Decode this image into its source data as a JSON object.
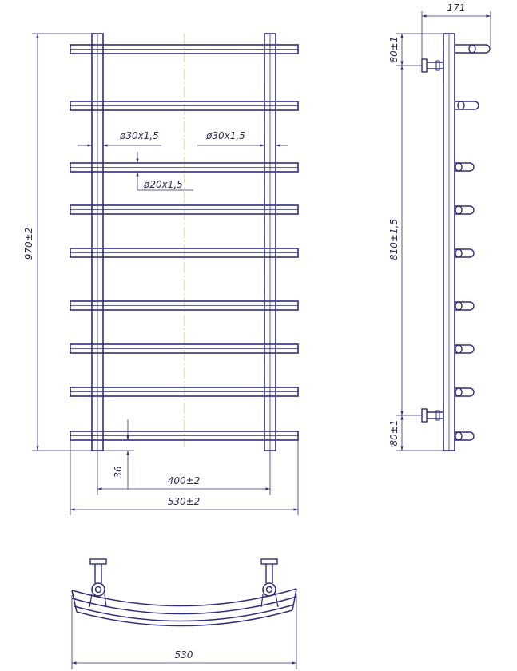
{
  "dimensions": {
    "height_total": "970±2",
    "rail_dia": "ø30x1,5",
    "rail_dia_2": "ø30x1,5",
    "bar_dia": "ø20x1,5",
    "offset_bottom": "36",
    "rail_spacing": "400±2",
    "width_total": "530±2",
    "depth": "171",
    "mount_top": "80±1",
    "mount_spacing": "810±1,5",
    "mount_bottom": "80±1",
    "width_bottom": "530"
  },
  "colors": {
    "line": "#2e2e7a",
    "center": "#9aa34a",
    "text": "#2a2a55"
  }
}
